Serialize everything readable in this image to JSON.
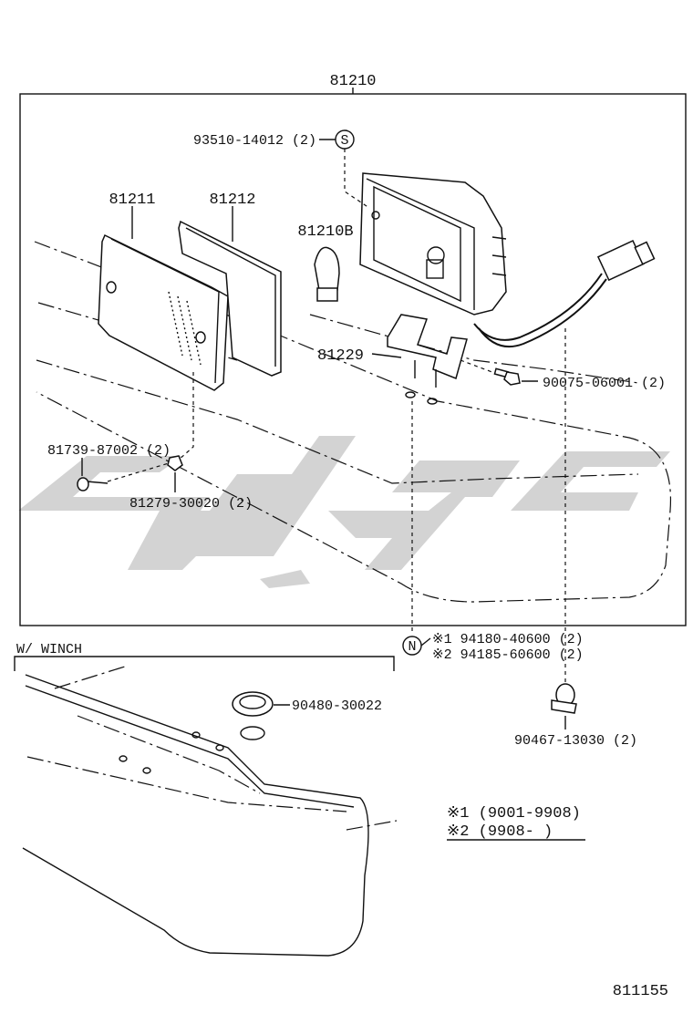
{
  "main_assembly": {
    "part_number": "81210"
  },
  "labels": {
    "bolt_93510": "93510-14012 (2)",
    "marker_s": "S",
    "lens_81211": "81211",
    "gasket_81212": "81212",
    "bulb_81210b": "81210B",
    "bracket_81229": "81229",
    "bolt_90075": "90075-06001 (2)",
    "screw_81739": "81739-87002 (2)",
    "nut_81279": "81279-30020 (2)",
    "marker_n": "N",
    "nut_note1": "※1 94180-40600 (2)",
    "nut_note2": "※2 94185-60600 (2)",
    "clamp_90467": "90467-13030 (2)"
  },
  "winch_section": {
    "title": "W/ WINCH",
    "plug_90480": "90480-30022"
  },
  "legend": {
    "note1": "※1 (9001-9908)",
    "note2": "※2 (9908-     )"
  },
  "diagram_id": "811155",
  "watermark": {
    "color": "#c8c8c8"
  }
}
